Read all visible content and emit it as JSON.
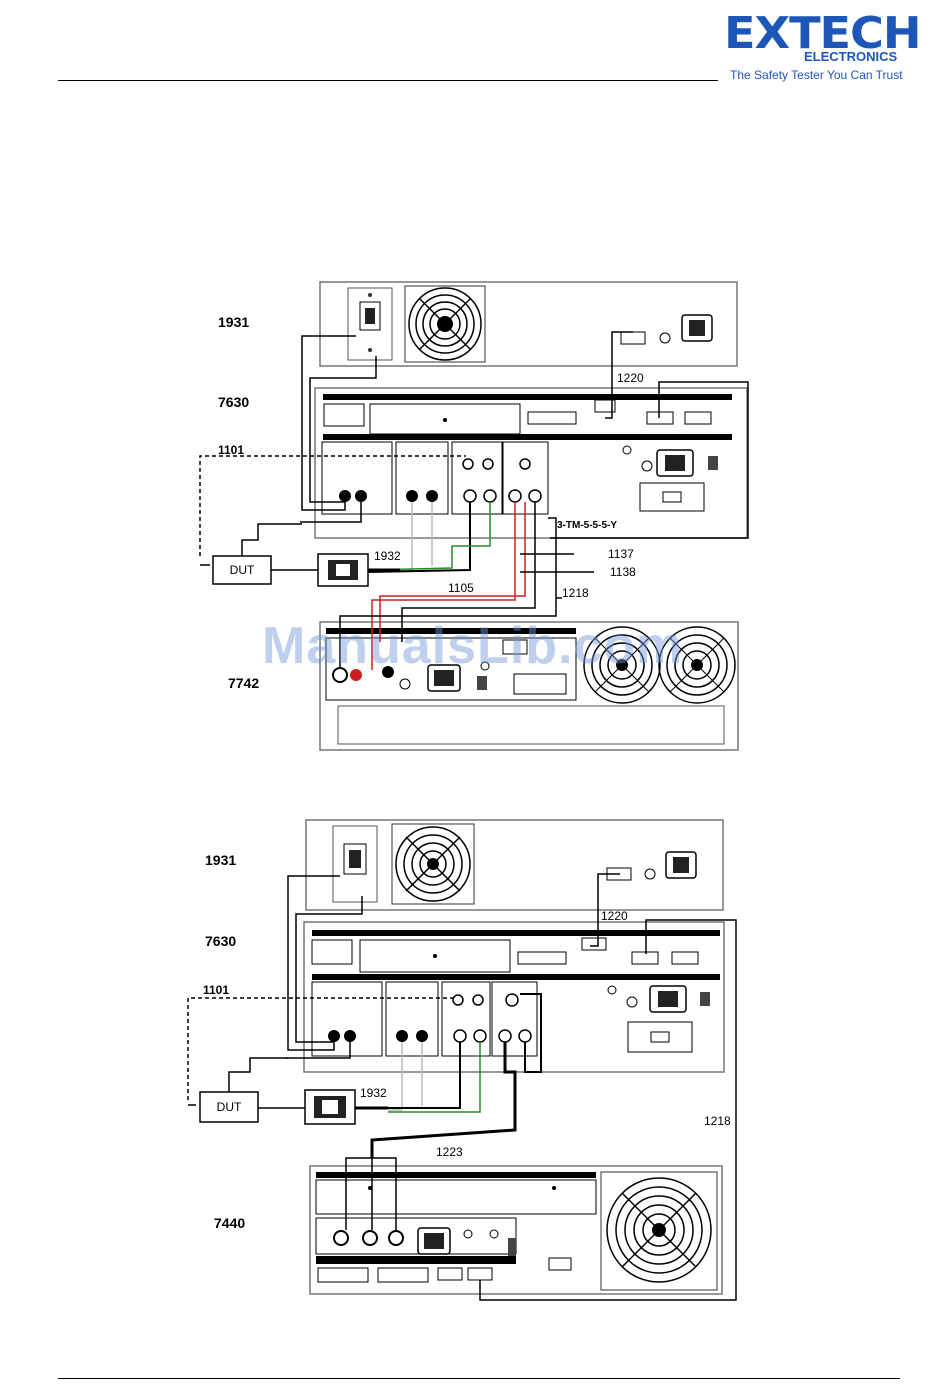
{
  "logo": {
    "brand": "EXTECH",
    "sub": "ELECTRONICS",
    "tagline": "The Safety Tester You Can Trust",
    "color": "#1e56b8"
  },
  "watermark": "ManualsLib.com",
  "diagram1": {
    "instruments": {
      "top": "1931",
      "middle": "7630",
      "bottom": "7742"
    },
    "dut": "DUT",
    "adapter_box": "1932",
    "cables": {
      "c1101": "1101",
      "c1220": "1220",
      "c1105": "1105",
      "c1137": "1137",
      "c1138": "1138",
      "c1218": "1218",
      "c1932": "1932"
    },
    "part_label": "3-TM-5-5-5-Y"
  },
  "diagram2": {
    "instruments": {
      "top": "1931",
      "middle": "7630",
      "bottom": "7440"
    },
    "dut": "DUT",
    "adapter_box": "1932",
    "cables": {
      "c1101": "1101",
      "c1220": "1220",
      "c1218": "1218",
      "c1223": "1223",
      "c1932": "1932"
    }
  }
}
